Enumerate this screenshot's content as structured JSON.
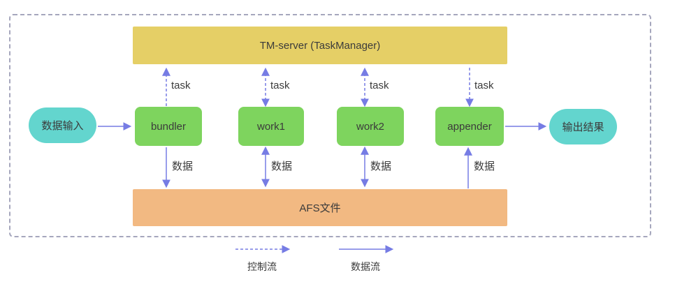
{
  "title_bar": {
    "label": "TM-server (TaskManager)"
  },
  "storage_bar": {
    "label": "AFS文件"
  },
  "input_node": {
    "label": "数据输入"
  },
  "output_node": {
    "label": "输出结果"
  },
  "process_nodes": [
    {
      "label": "bundler"
    },
    {
      "label": "work1"
    },
    {
      "label": "work2"
    },
    {
      "label": "appender"
    }
  ],
  "edge_labels": {
    "task": "task",
    "data": "数据"
  },
  "legend": {
    "control_flow": "控制流",
    "data_flow": "数据流"
  },
  "colors": {
    "tm_server_fill": "#e5cf66",
    "afs_fill": "#f2b982",
    "process_fill": "#7ed45e",
    "terminal_fill": "#63d5ce",
    "arrow": "#767ce4",
    "boundary_dash": "#a6a7bd",
    "text": "#3b3b3b"
  }
}
